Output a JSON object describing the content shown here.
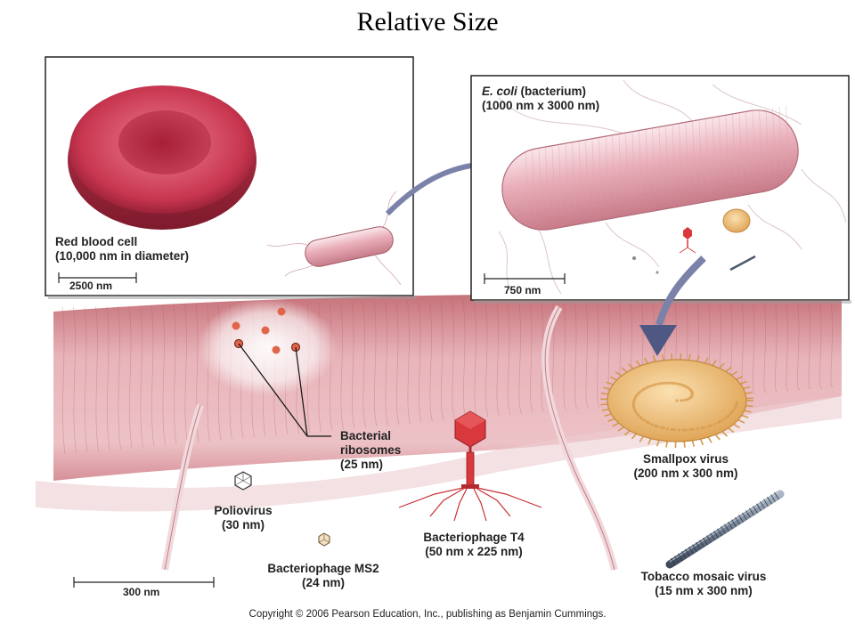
{
  "title": "Relative Size",
  "colors": {
    "rbc": "#c8364f",
    "rbc_dark": "#8e1f33",
    "bacterium": "#e7a2ae",
    "tissue": "#e5a6ad",
    "particle": "#e0664a",
    "smallpox": "#f3c98a",
    "phage": "#d9383d",
    "tobacco": "#5d6c80"
  },
  "panels": {
    "rbc": {
      "label_line1": "Red blood cell",
      "label_line2": "(10,000 nm in diameter)",
      "scale": "2500 nm"
    },
    "ecoli": {
      "name_italic": "E. coli",
      "name_rest": " (bacterium)",
      "dims": "(1000 nm x 3000 nm)",
      "scale": "750 nm"
    }
  },
  "labels": {
    "ribosomes": {
      "line1": "Bacterial",
      "line2": "ribosomes",
      "line3": "(25 nm)"
    },
    "smallpox": {
      "line1": "Smallpox virus",
      "line2": "(200 nm x 300 nm)"
    },
    "poliovirus": {
      "line1": "Poliovirus",
      "line2": "(30 nm)"
    },
    "t4": {
      "line1": "Bacteriophage T4",
      "line2": "(50 nm x 225 nm)"
    },
    "ms2": {
      "line1": "Bacteriophage MS2",
      "line2": "(24 nm)"
    },
    "tobacco": {
      "line1": "Tobacco mosaic virus",
      "line2": "(15 nm x 300 nm)"
    }
  },
  "main_scale": "300 nm",
  "copyright": "Copyright © 2006 Pearson Education, Inc., publishing as Benjamin Cummings."
}
